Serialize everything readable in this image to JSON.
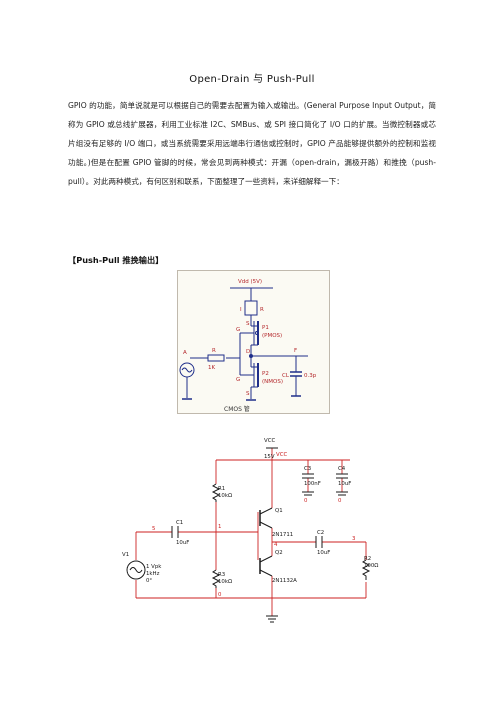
{
  "doc": {
    "title": "Open-Drain 与 Push-Pull",
    "paragraph": "GPIO 的功能，简单说就是可以根据自己的需要去配置为输入或输出。(General Purpose Input Output，简称为 GPIO 或总线扩展器，利用工业标准 I2C、SMBus、或 SPI 接口简化了 I/O 口的扩展。当微控制器或芯片组没有足够的 I/O 端口，或当系统需要采用远端串行通信或控制时，GPIO 产品能够提供额外的控制和监视功能。)但是在配置 GPIO 管脚的时候，常会见到两种模式：开漏（open-drain，漏极开路）和推挽（push-pull）。对此两种模式，有何区别和联系，下面整理了一些资料，来详细解释一下：",
    "section_heading": "【Push-Pull 推挽输出】"
  },
  "figure1": {
    "vdd_label": "Vdd (5V)",
    "i_label": "I",
    "r_label": "R",
    "p1_label": "P1",
    "p1_type": "(PMOS)",
    "p2_label": "P2",
    "p2_type": "(NMOS)",
    "g_label": "G",
    "s_label": "S",
    "d_label": "D",
    "a_label": "A",
    "f_label": "F",
    "r_value": "1K",
    "cl_label": "CL",
    "cl_value": "0.3p",
    "cmos_label": "CMOS 管"
  },
  "figure2": {
    "vcc_label": "VCC",
    "vcc_volt": "15V",
    "vcc_net": "VCC",
    "c3": "C3",
    "c3_val": "100nF",
    "c4": "C4",
    "c4_val": "10uF",
    "r1": "R1",
    "r1_val": "10kΩ",
    "q1": "Q1",
    "q1_part": "2N1711",
    "c1": "C1",
    "c1_val": "10uF",
    "q2": "Q2",
    "q2_part": "2N1132A",
    "c2": "C2",
    "c2_val": "10uF",
    "v1": "V1",
    "v1_amp": "1 Vpk",
    "v1_freq": "1kHz",
    "v1_phase": "0°",
    "r3": "R3",
    "r3_val": "10kΩ",
    "r2": "R2",
    "r2_val": "100Ω",
    "node5": "5",
    "node1": "1",
    "node3": "3",
    "node0a": "0",
    "node0b": "0",
    "node0c": "0",
    "node4": "4"
  },
  "colors": {
    "fig1_wire": "#1f2e8a",
    "fig1_label": "#b3262a",
    "fig2_wire": "#cc2222",
    "fig2_comp": "#1a1a1a",
    "fig2_node": "#cc2222"
  }
}
